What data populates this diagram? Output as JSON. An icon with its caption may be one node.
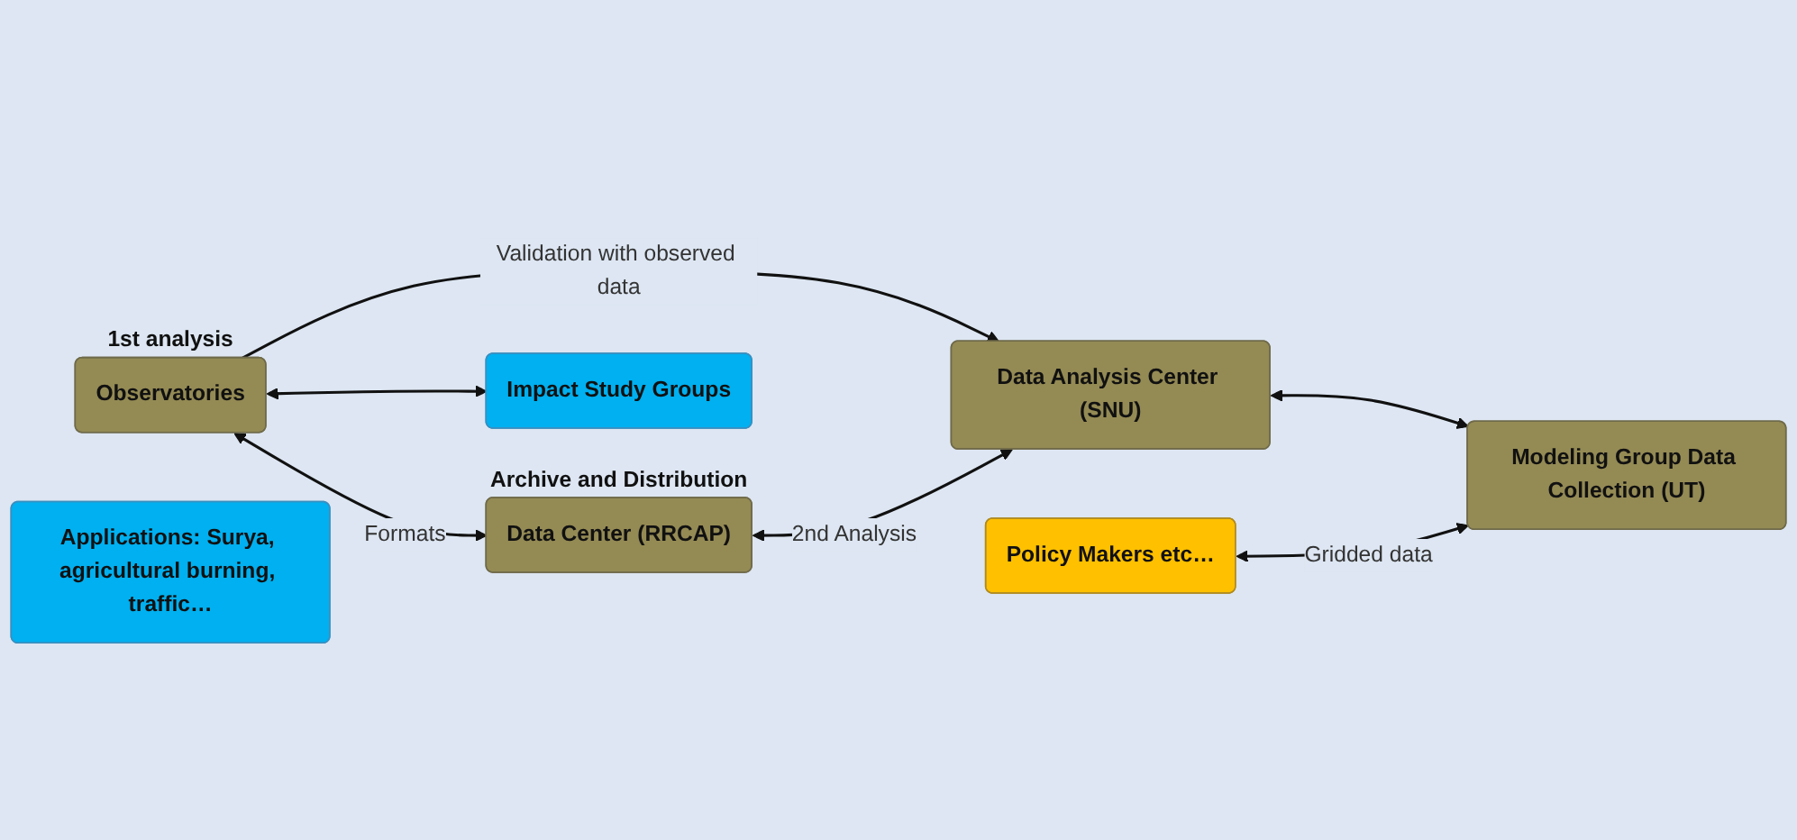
{
  "diagram": {
    "nodes": [
      {
        "text": [
          "Observatories"
        ],
        "beside": [
          "1st analysis"
        ]
      },
      {
        "text": [
          "Data Center (RRCAP)"
        ],
        "beside": [
          "Archive and Distribution"
        ]
      },
      {
        "text": [
          "Applications: Surya, agricultural burning, traffic…"
        ]
      },
      {
        "text": [
          "Impact Study Groups"
        ]
      },
      {
        "text": [
          "Data Analysis Center (SNU)"
        ]
      },
      {
        "text": [
          "Policy Makers etc…"
        ]
      },
      {
        "text": [
          "Modeling Group Data Collection (UT)"
        ]
      }
    ],
    "edges": [
      {
        "from": 0,
        "to": 1,
        "arrow": "both",
        "label": "Formats"
      },
      {
        "from": 0,
        "to": 3,
        "arrow": "both"
      },
      {
        "from": 0,
        "to": 4,
        "arrow": "to",
        "label": "Validation with observed data"
      },
      {
        "from": 1,
        "to": 4,
        "arrow": "both",
        "label": "2nd Analysis"
      },
      {
        "from": 4,
        "to": 6,
        "arrow": "both"
      },
      {
        "from": 5,
        "to": 6,
        "arrow": "both",
        "label": "Gridded data"
      }
    ]
  }
}
